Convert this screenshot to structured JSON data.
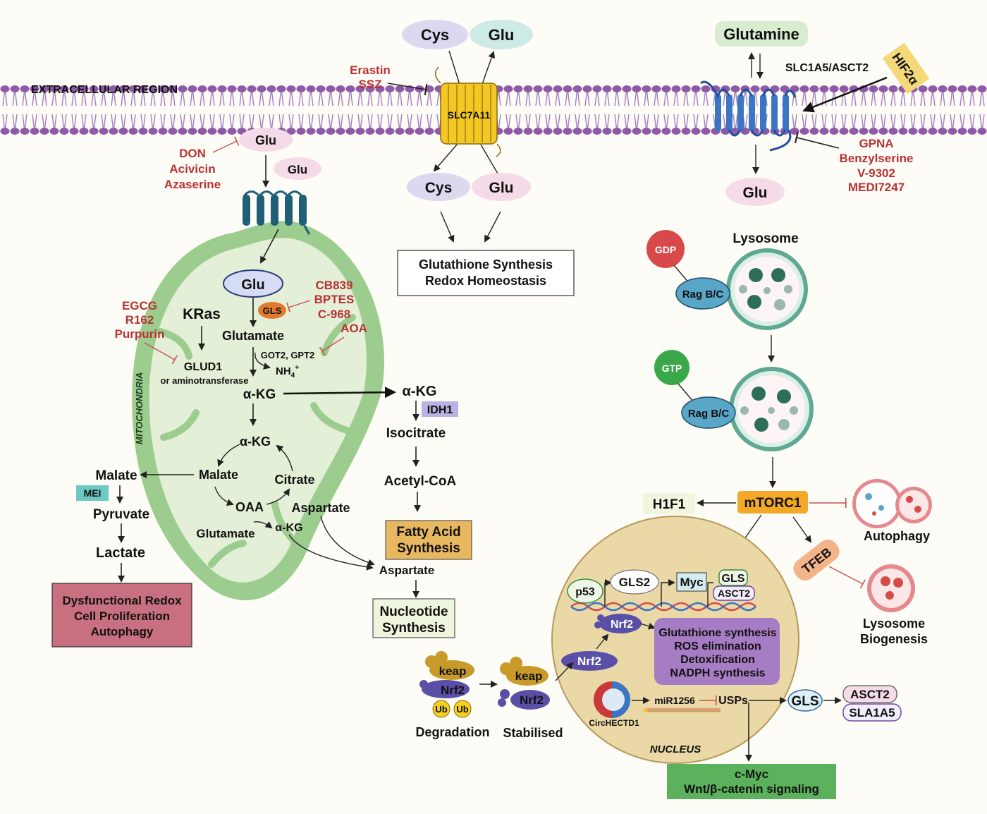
{
  "regions": {
    "extracellular": "EXTRACELLULAR REGION",
    "mitochondria": "MITOCHONDRIA",
    "nucleus": "NUCLEUS",
    "lysosome": "Lysosome"
  },
  "molecules": {
    "cys": "Cys",
    "glu": "Glu",
    "glutamine": "Glutamine",
    "glutamate": "Glutamate",
    "akg": "α-KG",
    "malate": "Malate",
    "citrate": "Citrate",
    "oaa": "OAA",
    "aspartate": "Aspartate",
    "pyruvate": "Pyruvate",
    "lactate": "Lactate",
    "isocitrate": "Isocitrate",
    "acetylcoa": "Acetyl-CoA",
    "nh4": "NH",
    "nh4_sub": "4",
    "nh4_sup": "+"
  },
  "transporters": {
    "slc7a11": "SLC7A11",
    "slc1a5": "SLC1A5/ASCT2",
    "hif2a": "HIF2α"
  },
  "enzymes": {
    "gls": "GLS",
    "gls2": "GLS2",
    "glud1": "GLUD1",
    "glud1_alt": "or aminotransferase",
    "got_gpt": "GOT2, GPT2",
    "idh1": "IDH1",
    "mei": "MEI",
    "kras": "KRas",
    "mtorc1": "mTORC1",
    "h1f1": "H1F1",
    "tfeb": "TFEB",
    "gdp": "GDP",
    "gtp": "GTP",
    "ragbc": "Rag B/C",
    "p53": "p53",
    "myc": "Myc",
    "asct2": "ASCT2",
    "nrf2": "Nrf2",
    "keap": "keap",
    "ub": "Ub",
    "mir": "miR1256",
    "usps": "USPs",
    "circ": "CircHECTD1",
    "sla1a5": "SLA1A5"
  },
  "inhibitors": {
    "erastin": "Erastin",
    "ssz": "SSZ",
    "don": "DON",
    "acivicin": "Acivicin",
    "azaserine": "Azaserine",
    "cb839": "CB839",
    "bptes": "BPTES",
    "c968": "C-968",
    "aoa": "AOA",
    "egcg": "EGCG",
    "r162": "R162",
    "purpurin": "Purpurin",
    "gpna": "GPNA",
    "benzylserine": "Benzylserine",
    "v9302": "V-9302",
    "medi": "MEDI7247"
  },
  "outcomes": {
    "glutathione_1": "Glutathione Synthesis",
    "glutathione_2": "Redox Homeostasis",
    "fatty_1": "Fatty Acid",
    "fatty_2": "Synthesis",
    "nucleotide_1": "Nucleotide",
    "nucleotide_2": "Synthesis",
    "dysfunc_1": "Dysfunctional Redox",
    "dysfunc_2": "Cell Proliferation",
    "dysfunc_3": "Autophagy",
    "nrf2_1": "Glutathione synthesis",
    "nrf2_2": "ROS elimination",
    "nrf2_3": "Detoxification",
    "nrf2_4": "NADPH synthesis",
    "cmyc_1": "c-Myc",
    "cmyc_2": "Wnt/β-catenin signaling",
    "autophagy": "Autophagy",
    "lyso_bio_1": "Lysosome",
    "lyso_bio_2": "Biogenesis",
    "degradation": "Degradation",
    "stabilised": "Stabilised"
  },
  "colors": {
    "inhibitor": "#b83232",
    "membrane": "#8e5aa8",
    "mito": "#9ccc8e",
    "mito_inner": "#e3efd6",
    "nucleus": "#ead9a6",
    "nrf2": "#5a4fa6",
    "keap": "#c89a2a",
    "mtorc1": "#f4a828"
  }
}
